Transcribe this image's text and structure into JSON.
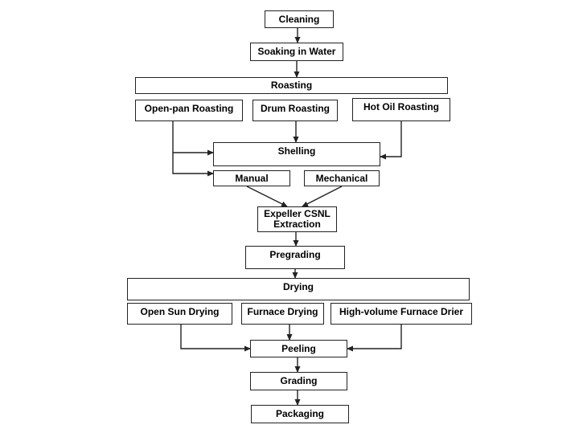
{
  "diagram": {
    "colors": {
      "line": "#222222",
      "box_fill": "#ffffff",
      "text": "#000000"
    },
    "nodes": {
      "cleaning": "Cleaning",
      "soaking": "Soaking in Water",
      "roasting": "Roasting",
      "open_pan": "Open-pan Roasting",
      "drum": "Drum Roasting",
      "hot_oil": "Hot Oil Roasting",
      "shelling": "Shelling",
      "manual": "Manual",
      "mechanical": "Mechanical",
      "expeller": "Expeller CSNL\nExtraction",
      "pregrading": "Pregrading",
      "drying": "Drying",
      "open_sun": "Open Sun Drying",
      "furnace": "Furnace Drying",
      "high_volume": "High-volume Furnace Drier",
      "peeling": "Peeling",
      "grading": "Grading",
      "packaging": "Packaging"
    },
    "edges": [
      [
        "cleaning",
        "soaking"
      ],
      [
        "soaking",
        "roasting"
      ],
      [
        "drum",
        "shelling"
      ],
      [
        "open_pan",
        "shelling"
      ],
      [
        "open_pan",
        "manual"
      ],
      [
        "hot_oil",
        "shelling"
      ],
      [
        "manual",
        "expeller"
      ],
      [
        "mechanical",
        "expeller"
      ],
      [
        "expeller",
        "pregrading"
      ],
      [
        "pregrading",
        "drying"
      ],
      [
        "open_sun",
        "peeling"
      ],
      [
        "furnace",
        "peeling"
      ],
      [
        "high_volume",
        "peeling"
      ],
      [
        "peeling",
        "grading"
      ],
      [
        "grading",
        "packaging"
      ]
    ]
  }
}
